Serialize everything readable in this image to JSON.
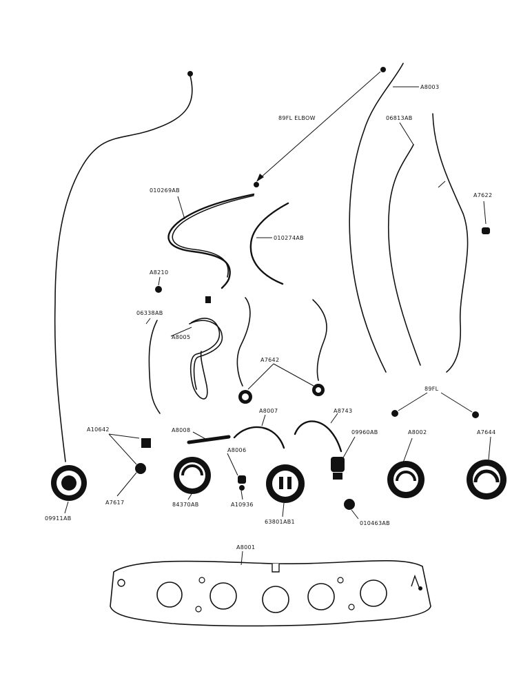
{
  "diagram": {
    "labels": {
      "a8003_top": "A8003",
      "elbow": "89FL ELBOW",
      "p06813": "06813AB",
      "p010269": "010269AB",
      "p010274": "010274AB",
      "a7622": "A7622",
      "a8210": "A8210",
      "p06338": "06338AB",
      "a8005": "A8005",
      "a7642": "A7642",
      "fl89": "89FL",
      "a10642": "A10642",
      "a8008": "A8008",
      "a8007": "A8007",
      "a8743": "A8743",
      "p09960": "09960AB",
      "a8002": "A8002",
      "a7644": "A7644",
      "a8006": "A8006",
      "a7617": "A7617",
      "p84370": "84370AB",
      "a10936": "A10936",
      "p63801": "63801AB1",
      "p010463": "010463AB",
      "p09911": "09911AB",
      "a8001": "A8001"
    }
  }
}
